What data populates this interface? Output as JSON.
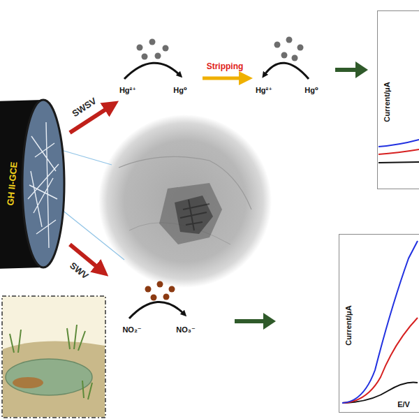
{
  "diagram": {
    "nodes": [
      {
        "text": [
          "GH II-GCE"
        ]
      },
      {
        "text": [
          "Current/μA"
        ]
      },
      {
        "text": [
          "Current/μA",
          "E/V"
        ]
      }
    ],
    "labels": [
      "SWSV",
      "SWV",
      "Hg²⁺",
      "Hg⁰",
      "Stripping",
      "Hg²⁺",
      "Hg⁰",
      "NO₂⁻",
      "NO₃⁻"
    ]
  }
}
